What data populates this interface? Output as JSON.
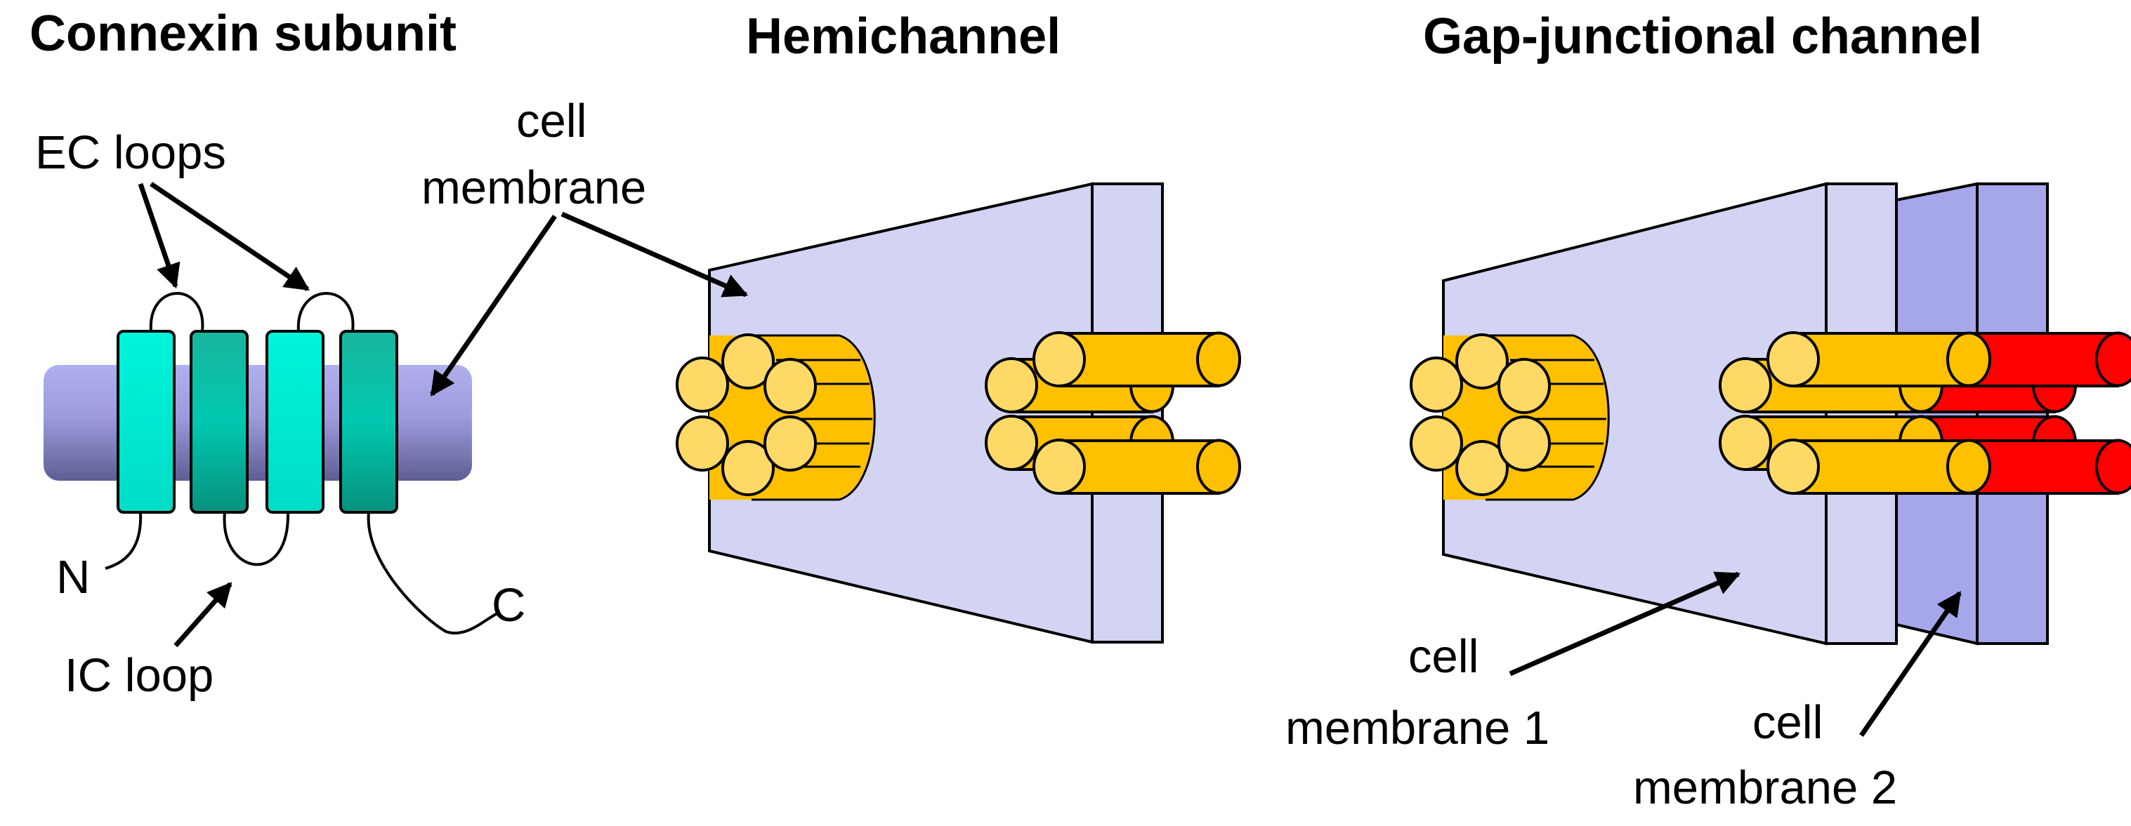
{
  "titles": {
    "subunit": "Connexin subunit",
    "hemichannel": "Hemichannel",
    "gap": "Gap-junctional channel"
  },
  "labels": {
    "ec_loops": "EC loops",
    "ic_loop": "IC loop",
    "n_term": "N",
    "c_term": "C",
    "cell_membrane_l1": "cell",
    "cell_membrane_l2": "membrane",
    "cell_membrane_1_l1": "cell",
    "cell_membrane_1_l2": "membrane 1",
    "cell_membrane_2_l1": "cell",
    "cell_membrane_2_l2": "membrane 2"
  },
  "colors": {
    "membrane_light": "#d3d3f3",
    "membrane_dark": "#a6a6ea",
    "subunit_membrane": "#8f8fd6",
    "connexin_yellow": "#ffc000",
    "connexin_yellow_end": "#ffd966",
    "connexin_red": "#ff0000",
    "helix_light": "#00f0d8",
    "helix_dark": "#009e86"
  }
}
